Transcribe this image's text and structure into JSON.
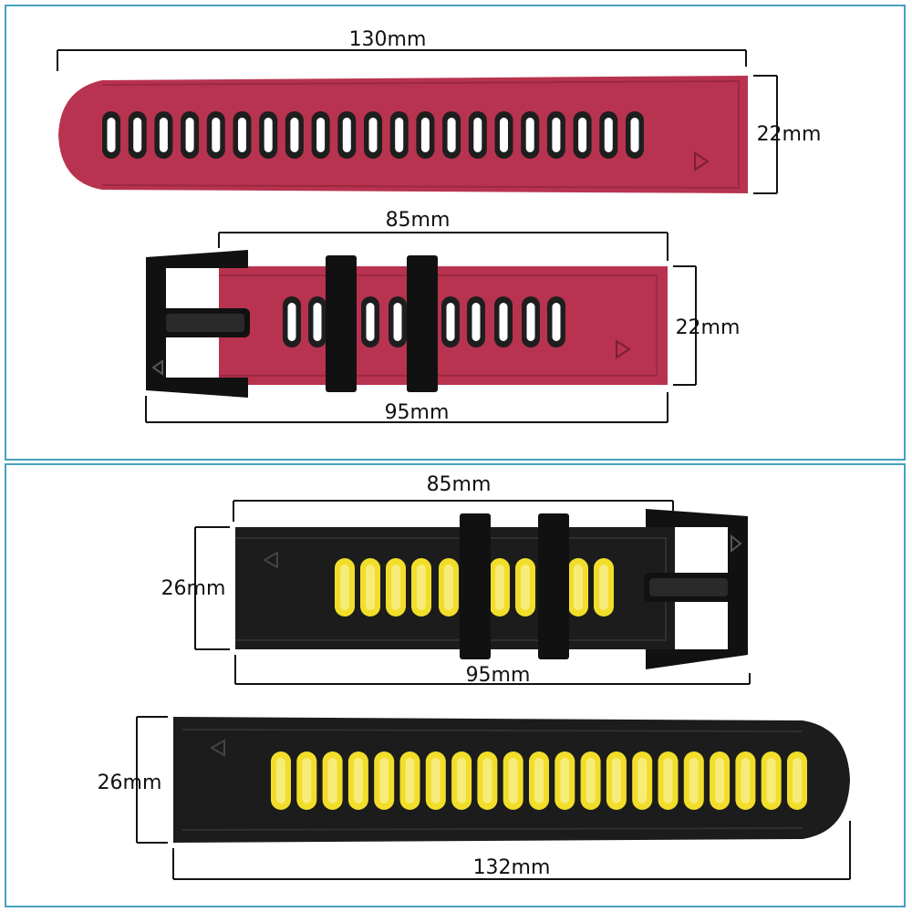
{
  "colors": {
    "frame": "#45a3bd",
    "red_strap": "#b8334f",
    "red_strap_dark": "#9c2841",
    "black_strap": "#1c1c1c",
    "black_strap_edge": "#303030",
    "yellow_hole": "#f2de2a",
    "white_hole": "#ffffff",
    "buckle": "#111111"
  },
  "labels": {
    "top_long_length": "130mm",
    "top_long_width": "22mm",
    "top_short_inner_length": "85mm",
    "top_short_width": "22mm",
    "top_short_total_length": "95mm",
    "bottom_short_inner_length": "85mm",
    "bottom_short_width": "26mm",
    "bottom_short_total_length": "95mm",
    "bottom_long_width": "26mm",
    "bottom_long_length": "132mm"
  },
  "icons": {
    "arrow": "triangle-arrow-icon",
    "buckle": "buckle-icon",
    "keeper": "strap-keeper-icon"
  }
}
